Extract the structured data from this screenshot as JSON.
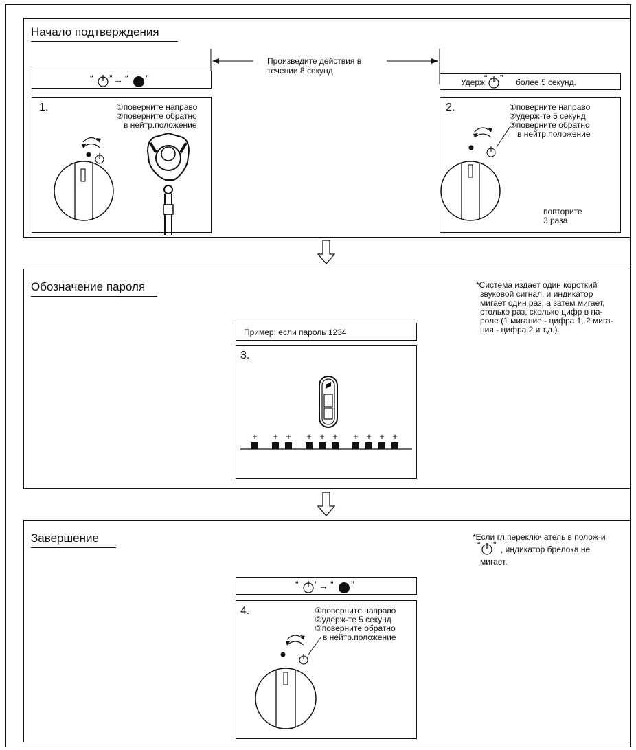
{
  "section1": {
    "title": "Начало подтверждения",
    "timing_note_1": "Произведите действия в",
    "timing_note_2": "течении 8 секунд.",
    "left_bar": {
      "q1": "“",
      "q2": "”",
      "arrow": "→",
      "q3": "“",
      "q4": "”"
    },
    "right_bar": {
      "text_a": "Удерж",
      "q1": "“",
      "q2": "”",
      "text_b": "более 5 секунд."
    },
    "step1": {
      "number": "1.",
      "line1": "①поверните направо",
      "line2": "②поверните обратно",
      "line3": "в нейтр.положение"
    },
    "step2": {
      "number": "2.",
      "line1": "①поверните направо",
      "line2": "②удерж-те 5 секунд",
      "line3": "③поверните обратно",
      "line4": "в нейтр.положение",
      "repeat1": "повторите",
      "repeat2": "3 раза"
    }
  },
  "section2": {
    "title": "Обозначение пароля",
    "note": [
      "*Система издает один короткий",
      "звуковой сигнал, и индикатор",
      "мигает один раз, а затем мигает,",
      "столько раз, сколько цифр в па-",
      "роле (1 мигание - цифра 1, 2 мига-",
      "ния - цифра 2 и т.д.)."
    ],
    "example": "Пример: если пароль 1234",
    "step3": {
      "number": "3.",
      "plus": "+"
    }
  },
  "section3": {
    "title": "Завершение",
    "note": {
      "line1": "*Если гл.переключатель в полож-и",
      "q1": "“",
      "q2": "”",
      "line2_rest": ", индикатор брелока не",
      "line3": "мигает."
    },
    "bar": {
      "q1": "“",
      "q2": "”",
      "arrow": "→",
      "q3": "“",
      "q4": "”"
    },
    "step4": {
      "number": "4.",
      "line1": "①поверните направо",
      "line2": "②удерж-те 5 секунд",
      "line3": "③поверните обратно",
      "line4": "в нейтр.положение"
    }
  },
  "flow_arrows": [
    "down-arrow",
    "down-arrow"
  ],
  "pulse_groups": [
    1,
    2,
    3,
    4
  ]
}
